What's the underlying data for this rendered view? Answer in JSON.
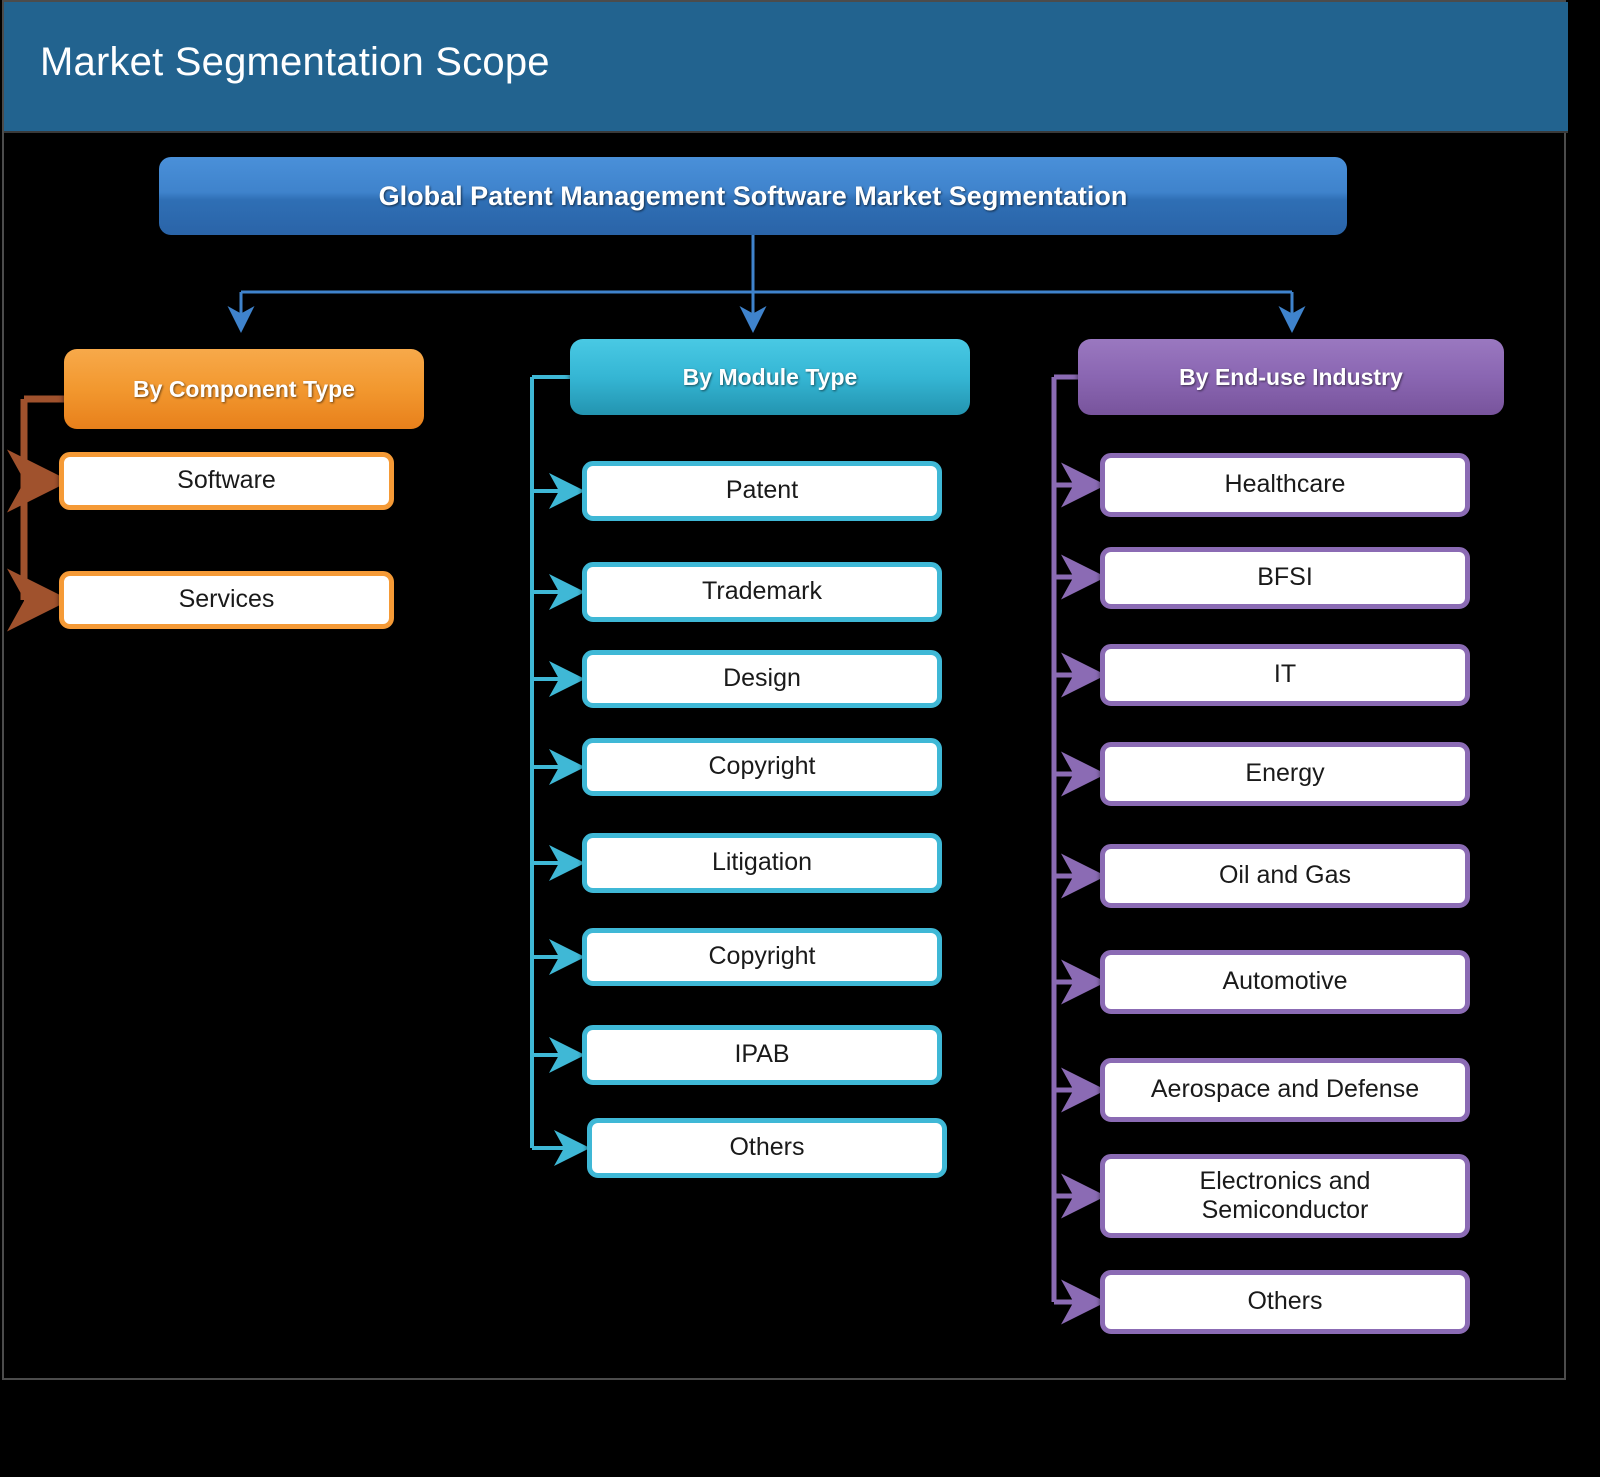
{
  "header": {
    "title": "Market Segmentation Scope"
  },
  "root": {
    "label": "Global Patent Management Software Market Segmentation"
  },
  "colors": {
    "header_bar": "#22638f",
    "root_box": "#3f83cc",
    "component_accent": "#f2982f",
    "module_accent": "#35b6d4",
    "enduse_accent": "#8a66b2",
    "leaf_background": "#ffffff",
    "canvas_background": "#000000"
  },
  "columns": [
    {
      "id": "component-type",
      "header": "By Component Type",
      "accent": "#f2982f",
      "items": [
        {
          "label": "Software"
        },
        {
          "label": "Services"
        }
      ]
    },
    {
      "id": "module-type",
      "header": "By Module Type",
      "accent": "#35b6d4",
      "items": [
        {
          "label": "Patent"
        },
        {
          "label": "Trademark"
        },
        {
          "label": "Design"
        },
        {
          "label": "Copyright"
        },
        {
          "label": "Litigation"
        },
        {
          "label": "Copyright"
        },
        {
          "label": "IPAB"
        },
        {
          "label": "Others"
        }
      ]
    },
    {
      "id": "end-use-industry",
      "header": "By End-use Industry",
      "accent": "#8a66b2",
      "items": [
        {
          "label": "Healthcare"
        },
        {
          "label": "BFSI"
        },
        {
          "label": "IT"
        },
        {
          "label": "Energy"
        },
        {
          "label": "Oil and Gas"
        },
        {
          "label": "Automotive"
        },
        {
          "label": "Aerospace and Defense"
        },
        {
          "label": "Electronics and Semiconductor"
        },
        {
          "label": "Others"
        }
      ]
    }
  ]
}
